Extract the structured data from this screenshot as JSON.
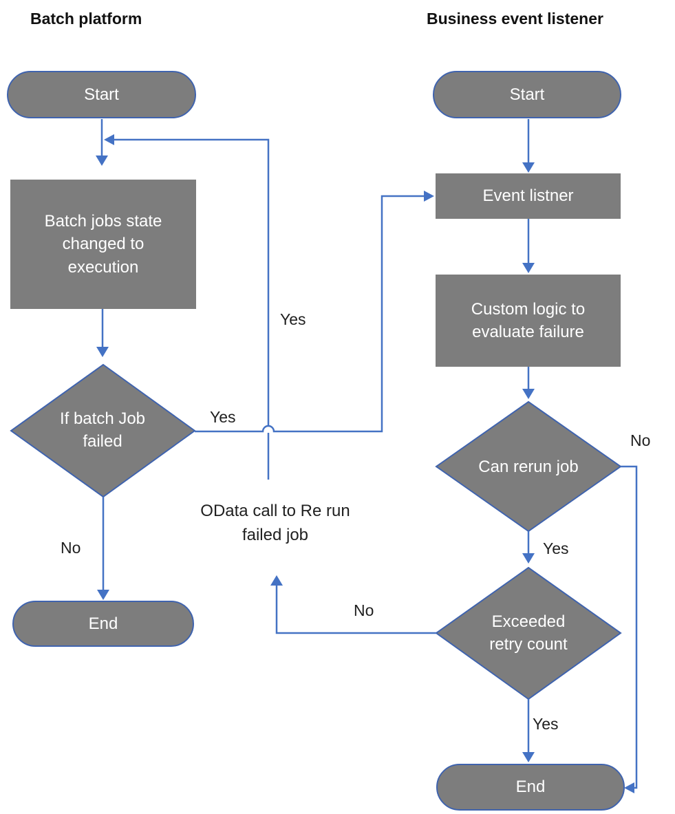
{
  "diagram": {
    "lanes": {
      "left_title": "Batch platform",
      "right_title": "Business event listener"
    },
    "nodes": {
      "batch_start": "Start",
      "batch_state": "Batch jobs state\nchanged to\nexecution",
      "batch_failed": "If batch Job\nfailed",
      "batch_end": "End",
      "listener_start": "Start",
      "event_listener": "Event listner",
      "custom_logic": "Custom logic to\nevaluate failure",
      "can_rerun": "Can rerun job",
      "exceeded_retry": "Exceeded\nretry count",
      "listener_end": "End"
    },
    "edge_labels": {
      "batch_failed_yes": "Yes",
      "batch_failed_no": "No",
      "loop_yes": "Yes",
      "can_rerun_yes": "Yes",
      "can_rerun_no": "No",
      "exceeded_yes": "Yes",
      "exceeded_no": "No"
    },
    "annotations": {
      "odata_note": "OData call to Re run\nfailed job"
    },
    "colors": {
      "node_fill": "#7d7d7d",
      "node_border": "#3f63ae",
      "connector": "#4472c4",
      "node_text": "#ffffff",
      "label_text": "#1f1f1f"
    }
  }
}
